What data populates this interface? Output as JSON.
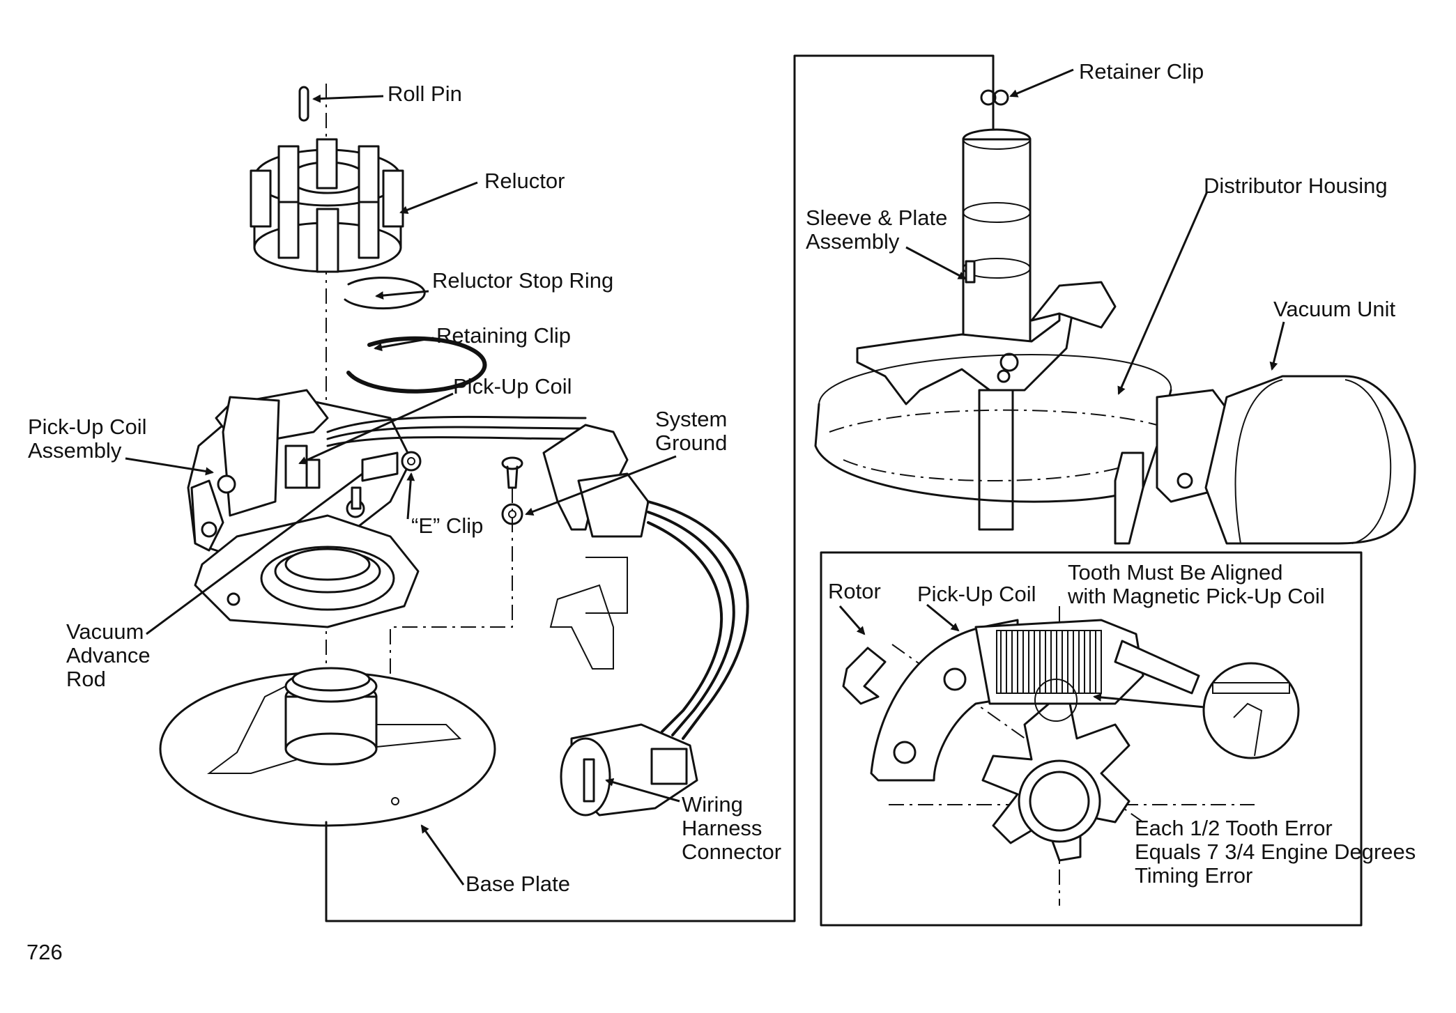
{
  "figure_number": "726",
  "labels": {
    "roll_pin": "Roll Pin",
    "reluctor": "Reluctor",
    "reluctor_stop_ring": "Reluctor Stop Ring",
    "retaining_clip": "Retaining Clip",
    "pick_up_coil": "Pick-Up Coil",
    "pick_up_coil_assembly": "Pick-Up Coil\nAssembly",
    "system_ground": "System\nGround",
    "e_clip": "“E” Clip",
    "vacuum_advance_rod": "Vacuum\nAdvance\nRod",
    "wiring_harness_connector": "Wiring\nHarness\nConnector",
    "base_plate": "Base Plate",
    "retainer_clip": "Retainer Clip",
    "distributor_housing": "Distributor Housing",
    "sleeve_plate_assembly": "Sleeve & Plate\nAssembly",
    "vacuum_unit": "Vacuum Unit"
  },
  "inset": {
    "rotor": "Rotor",
    "pick_up_coil": "Pick-Up Coil",
    "tooth_alignment_note": "Tooth Must Be Aligned\nwith Magnetic Pick-Up Coil",
    "timing_error_note": "Each 1/2 Tooth Error\nEquals 7 3/4 Engine Degrees\nTiming Error"
  }
}
